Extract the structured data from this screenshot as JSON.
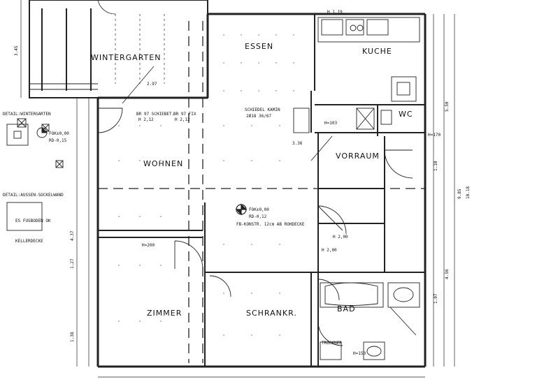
{
  "rooms": {
    "wintergarten": "WINTERGARTEN",
    "essen": "ESSEN",
    "kuche": "KUCHE",
    "wohnen": "WOHNEN",
    "wc": "WC",
    "vorraum": "VORRAUM",
    "zimmer": "ZIMMER",
    "schrank": "SCHRANKR.",
    "bad": "BAD"
  },
  "details": {
    "wintergarten": "DETAIL:WINTERGARTEN",
    "aussen": "DETAIL:AUSSEN-SOCKELWAND",
    "fussboden": "ES FUSBODEN OK",
    "kellerdecke": "KELLERDECKE"
  },
  "annotations": {
    "fok1": "FOK±0,00",
    "rd1": "RD-0,15",
    "fok2": "FOK±0,00",
    "rd2": "RD-0,12",
    "fb_konstr": "FB-KONSTR. 12cm AB ROHDECKE",
    "kamin": "SCHIEDEL KAMIN",
    "kamin2": "2Ø18 36/67",
    "br97_schiebet": "BR 97 SCHIEBET.",
    "h212_a": "H 2,12",
    "br97_fix": "BR 97 FIX",
    "h212_b": "H 2,12",
    "h119": "H 1,19",
    "h200": "H 2,00",
    "h200b": "H 2,00",
    "h200c": "H=200",
    "h103": "H=103",
    "h170": "H=170",
    "h150": "H=150",
    "trockner": "TROCKNER"
  },
  "dimensions": {
    "d297": "2.97",
    "d336": "3.36",
    "d985": "9.85",
    "d1018": "10.18",
    "d437": "4.37",
    "d550": "5.50",
    "d456": "4.56",
    "d110": "1.10",
    "d127": "1.27",
    "d138": "1.38",
    "d107": "1.07",
    "d345": "3.45"
  }
}
